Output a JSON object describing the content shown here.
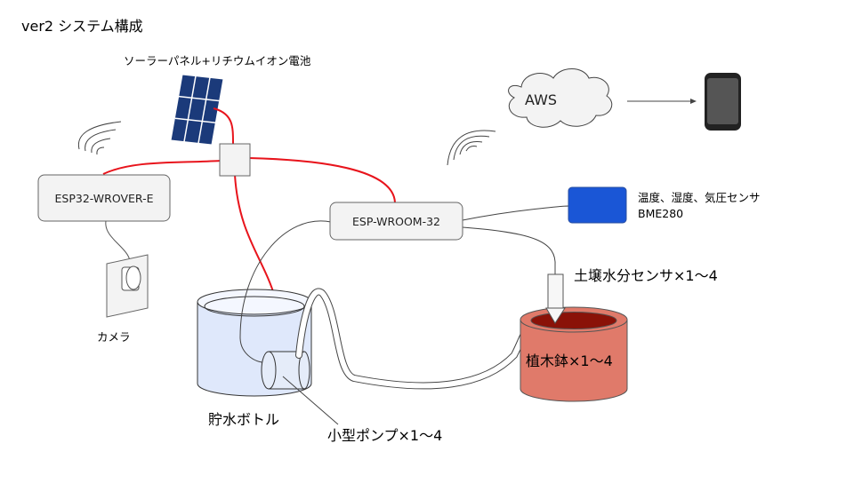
{
  "title": "ver2 システム構成",
  "solar_label": "ソーラーパネル+リチウムイオン電池",
  "wrover_label": "ESP32-WROVER-E",
  "wroom_label": "ESP-WROOM-32",
  "camera_label": "カメラ",
  "aws_label": "AWS",
  "bme_label_line1": "温度、湿度、気圧センサ",
  "bme_label_line2": "BME280",
  "soil_sensor_label": "土壌水分センサ×1〜4",
  "pot_label": "植木鉢×1〜4",
  "bottle_label": "貯水ボトル",
  "pump_label": "小型ポンプ×1〜4",
  "colors": {
    "power_wire": "#e8141c",
    "solar_panel": "#1b3a7a",
    "bme_sensor": "#1a56d6",
    "pot_body": "#e07a6a",
    "soil": "#8a1208",
    "water": "#dfe8fb",
    "device_box": "#f3f3f3",
    "phone": "#555555"
  }
}
